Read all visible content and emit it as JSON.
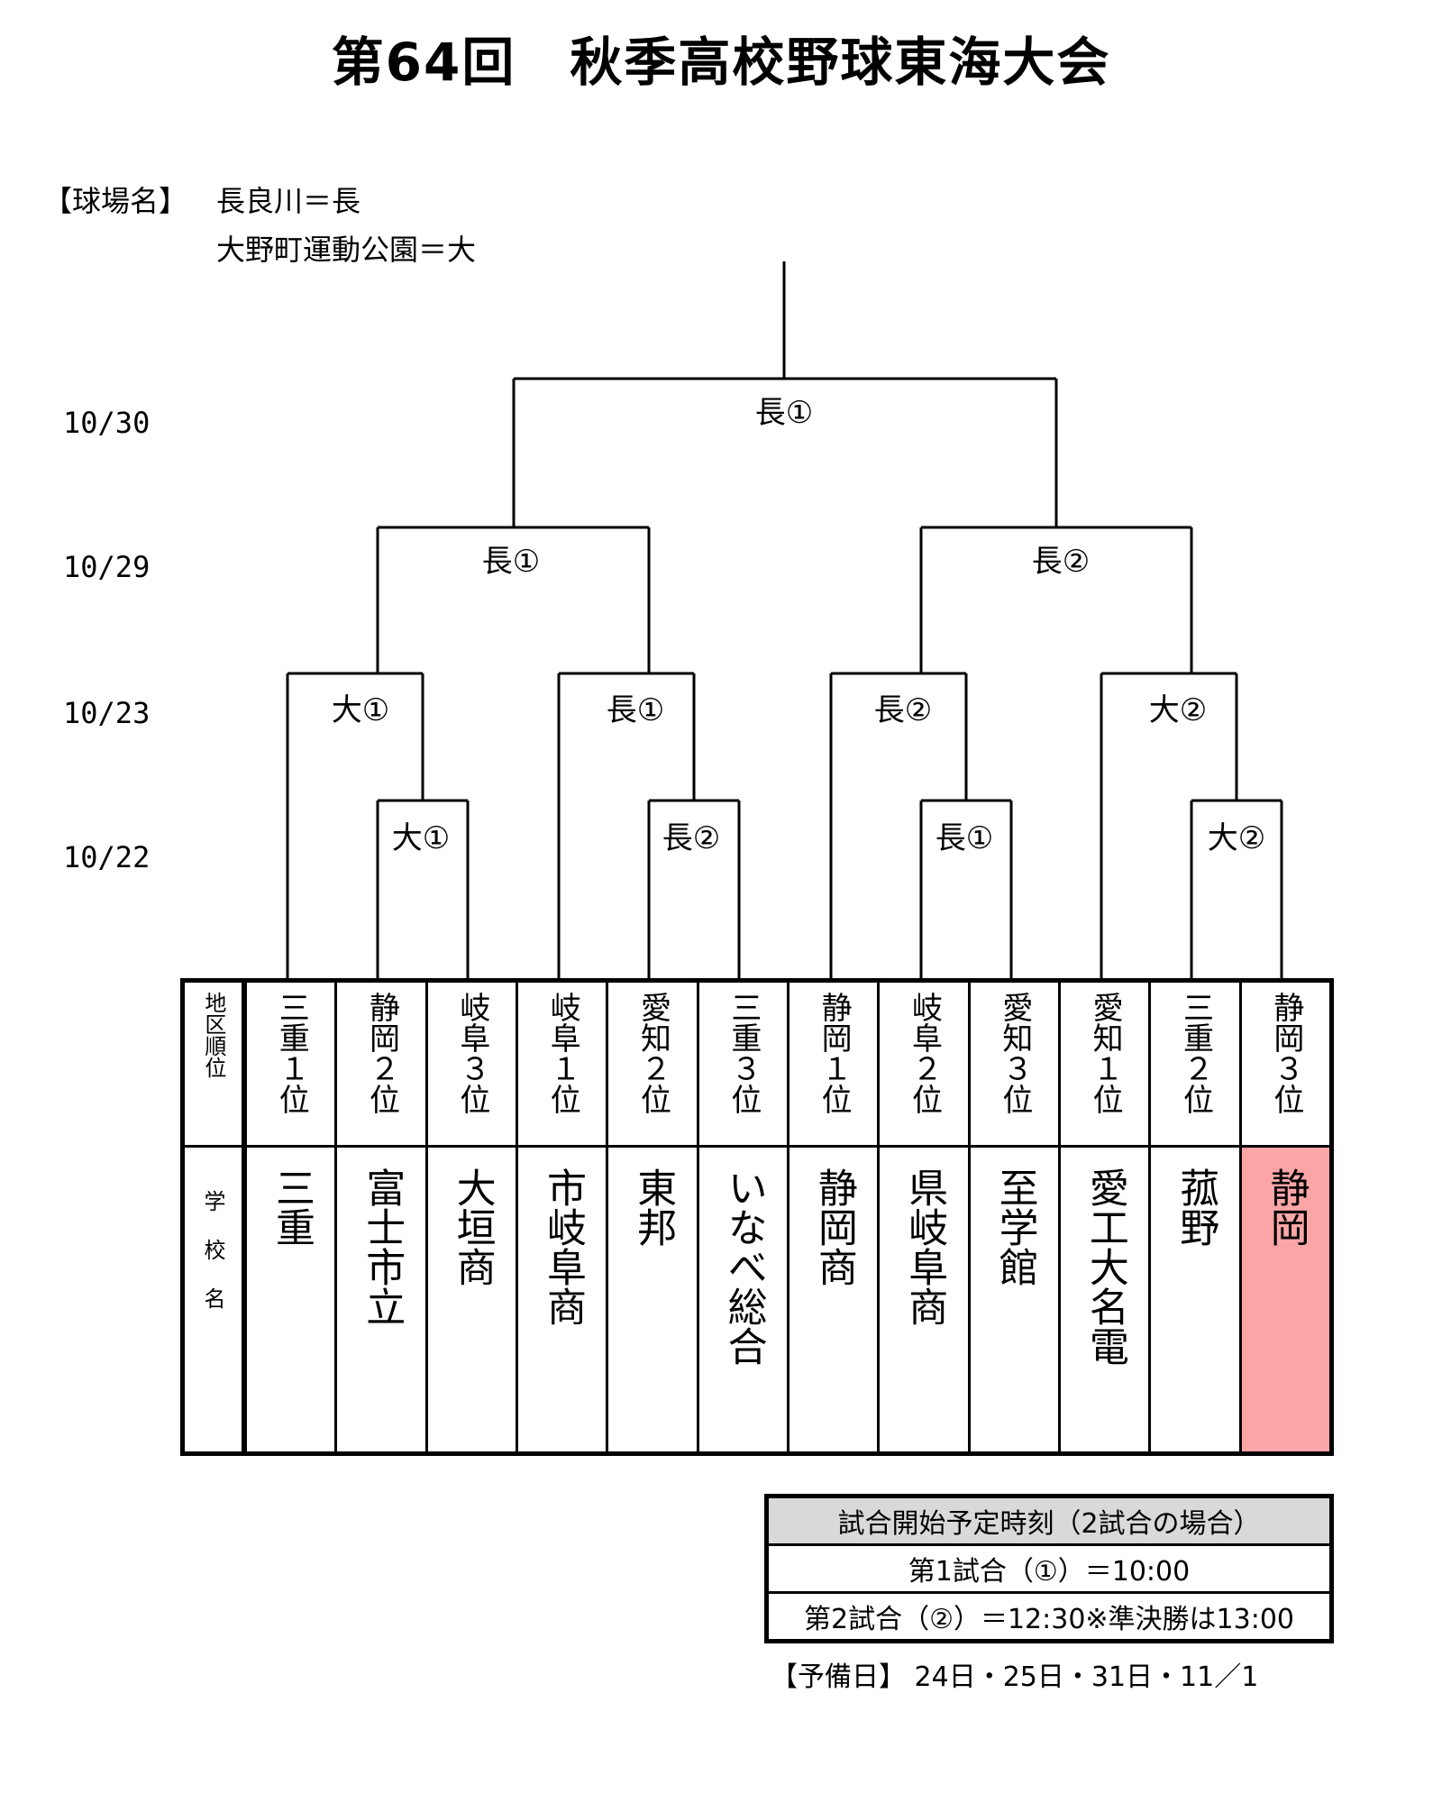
{
  "title": "第64回　秋季高校野球東海大会",
  "venue": {
    "label": "【球場名】",
    "line1": "長良川＝長",
    "line2": "大野町運動公園＝大"
  },
  "dates": [
    "10/30",
    "10/29",
    "10/23",
    "10/22"
  ],
  "bracket": {
    "final": "長①",
    "semifinals": [
      "長①",
      "長②"
    ],
    "quarterfinals": [
      "大①",
      "長①",
      "長②",
      "大②"
    ],
    "first_round": [
      "大①",
      "長②",
      "長①",
      "大②"
    ]
  },
  "table": {
    "header_rank": "地区順位",
    "header_school": "学校名",
    "teams": [
      {
        "rank": "三重１位",
        "school": "三重"
      },
      {
        "rank": "静岡２位",
        "school": "富士市立"
      },
      {
        "rank": "岐阜３位",
        "school": "大垣商"
      },
      {
        "rank": "岐阜１位",
        "school": "市岐阜商"
      },
      {
        "rank": "愛知２位",
        "school": "東邦"
      },
      {
        "rank": "三重３位",
        "school": "いなべ総合"
      },
      {
        "rank": "静岡１位",
        "school": "静岡商"
      },
      {
        "rank": "岐阜２位",
        "school": "県岐阜商"
      },
      {
        "rank": "愛知３位",
        "school": "至学館"
      },
      {
        "rank": "愛知１位",
        "school": "愛工大名電"
      },
      {
        "rank": "三重２位",
        "school": "菰野"
      },
      {
        "rank": "静岡３位",
        "school": "静岡"
      }
    ],
    "highlight_index": 11,
    "highlight_color": "#fba6a6"
  },
  "times": {
    "header": "試合開始予定時刻（2試合の場合）",
    "line1": "第1試合（①）＝10:00",
    "line2": "第2試合（②）＝12:30※準決勝は13:00"
  },
  "reserve": "【予備日】 24日・25日・31日・11／1"
}
